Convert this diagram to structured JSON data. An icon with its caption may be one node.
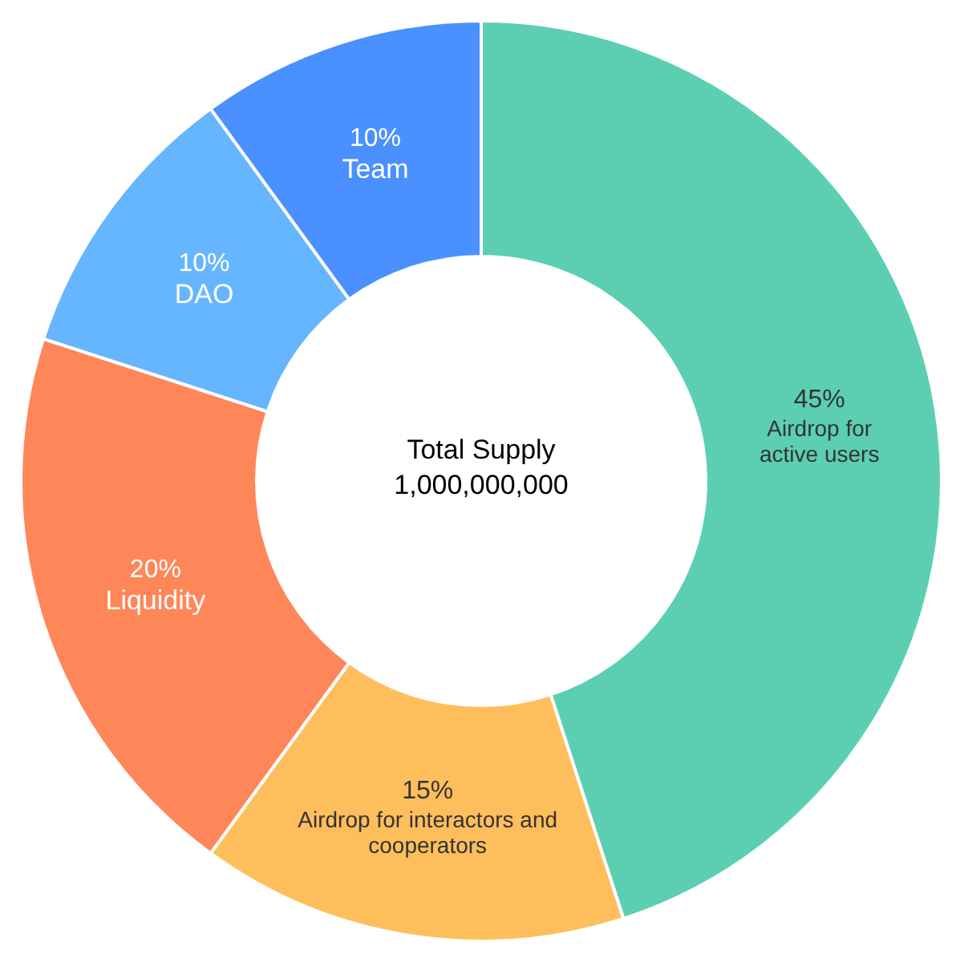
{
  "diagram": {
    "chart_data": {
      "type": "donut",
      "categories": [
        "Airdrop for active users",
        "Airdrop for interactors and cooperators",
        "Liquidity",
        "DAO",
        "Team"
      ],
      "series": [
        {
          "values": [
            45,
            15,
            20,
            10,
            10
          ]
        }
      ],
      "colors": [
        "#5ccfb3",
        "#ffbe5c",
        "#ff8659",
        "#66b6ff",
        "#4a90ff"
      ],
      "value_labels": [
        "45%",
        "15%",
        "20%",
        "10%",
        "10%"
      ]
    },
    "labels": [
      "Total Supply",
      "1,000,000,000"
    ]
  }
}
